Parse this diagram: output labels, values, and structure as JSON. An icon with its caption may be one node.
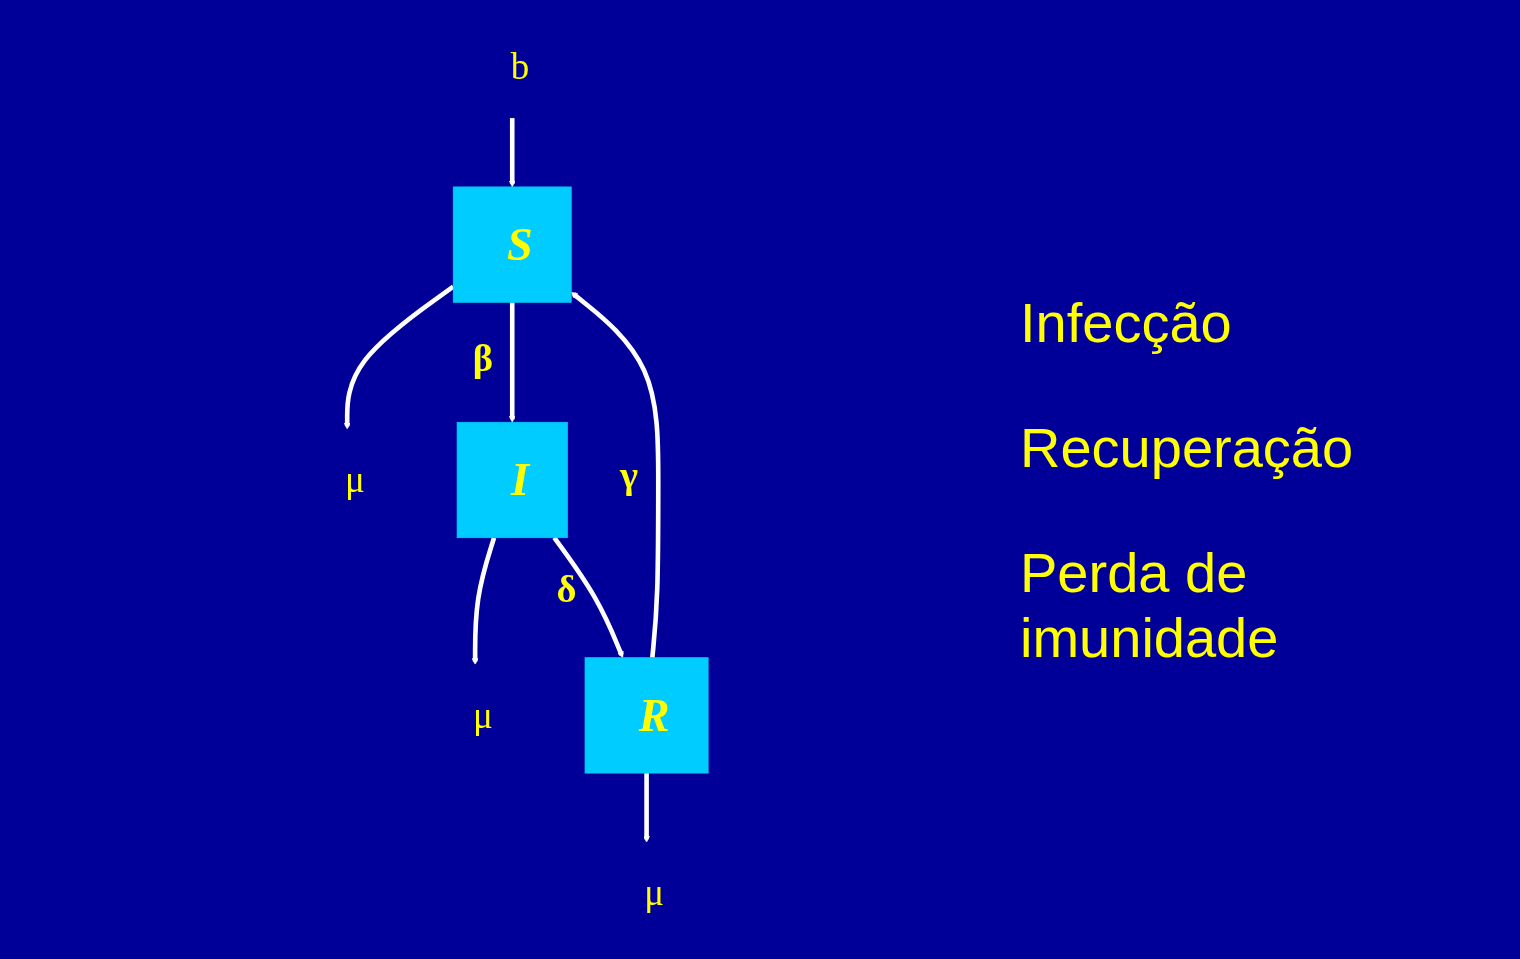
{
  "diagram": {
    "nodes": [
      {
        "text": [
          "b"
        ]
      },
      {
        "text": [
          "S"
        ]
      },
      {
        "text": [
          "μ"
        ]
      },
      {
        "text": [
          "I"
        ]
      },
      {
        "text": [
          "μ"
        ]
      },
      {
        "text": [
          "R"
        ]
      },
      {
        "text": [
          "μ"
        ]
      }
    ],
    "edges": [
      {
        "from": 0,
        "to": 1,
        "arrow": "to"
      },
      {
        "from": 1,
        "to": 2,
        "arrow": "to"
      },
      {
        "from": 1,
        "to": 3,
        "arrow": "to",
        "label": "β"
      },
      {
        "from": 3,
        "to": 4,
        "arrow": "to"
      },
      {
        "from": 3,
        "to": 5,
        "arrow": "to",
        "label": "δ"
      },
      {
        "from": 5,
        "to": 6,
        "arrow": "to"
      },
      {
        "from": 5,
        "to": 1,
        "arrow": "to",
        "label": "γ"
      }
    ],
    "labels": [
      "Infecção",
      "Recuperação",
      "Perda de imunidade"
    ]
  }
}
